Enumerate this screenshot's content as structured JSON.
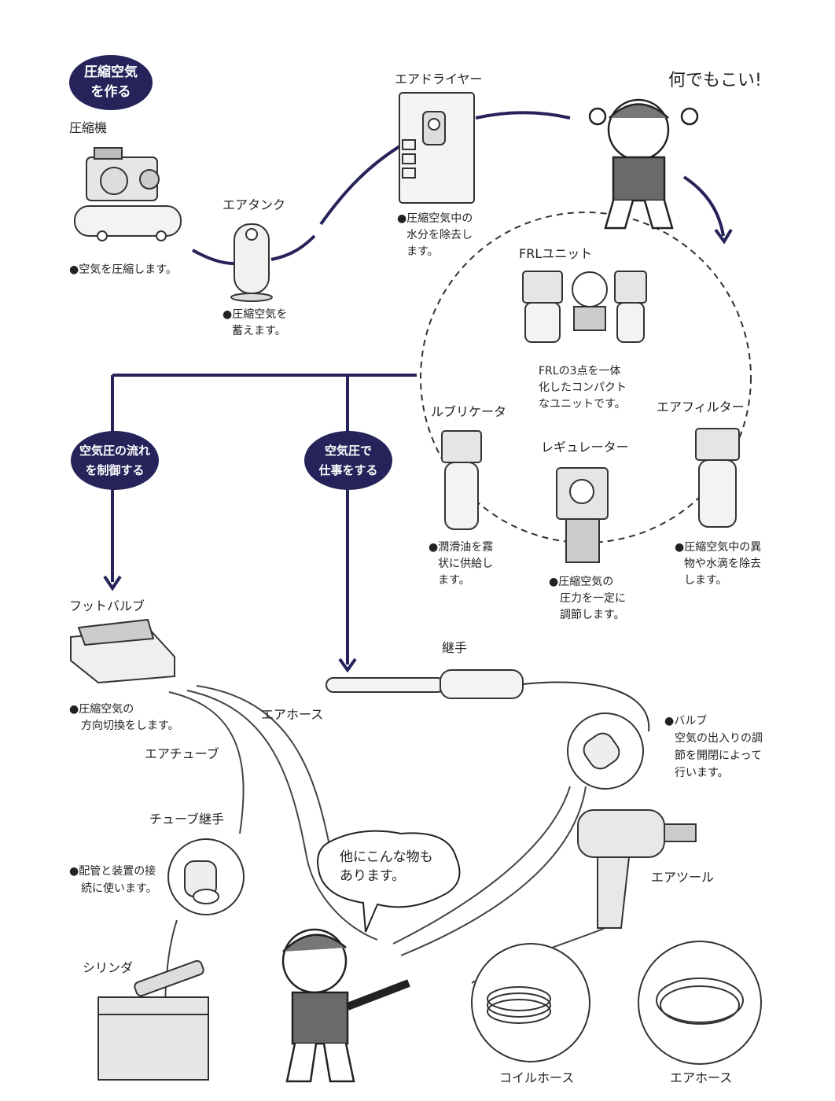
{
  "colors": {
    "navy": "#26235b",
    "line": "#333333",
    "bg": "#ffffff"
  },
  "badges": {
    "make": [
      "圧縮空気",
      "を作る"
    ],
    "control": [
      "空気圧の流れ",
      "を制御する"
    ],
    "work": [
      "空気圧で",
      "仕事をする"
    ]
  },
  "compressor": {
    "title": "圧縮機",
    "desc": "●空気を圧縮します。"
  },
  "tank": {
    "title": "エアタンク",
    "desc": [
      "●圧縮空気を",
      "蓄えます。"
    ]
  },
  "dryer": {
    "title": "エアドライヤー",
    "desc": [
      "●圧縮空気中の",
      "水分を除去し",
      "ます。"
    ]
  },
  "worker_top": {
    "exclaim": "何でもこい!"
  },
  "frl": {
    "title": "FRLユニット",
    "desc": [
      "FRLの3点を一体",
      "化したコンパクト",
      "なユニットです。"
    ]
  },
  "lubricator": {
    "title": "ルブリケータ",
    "desc": [
      "●潤滑油を霧",
      "状に供給し",
      "ます。"
    ]
  },
  "regulator": {
    "title": "レギュレーター",
    "desc": [
      "●圧縮空気の",
      "圧力を一定に",
      "調節します。"
    ]
  },
  "filter": {
    "title": "エアフィルター",
    "desc": [
      "●圧縮空気中の異",
      "物や水滴を除去",
      "します。"
    ]
  },
  "foot_valve": {
    "title": "フットバルブ",
    "desc": [
      "●圧縮空気の",
      "方向切換をします。"
    ]
  },
  "coupling": {
    "title": "継手"
  },
  "valve": {
    "desc": [
      "●バルブ",
      "空気の出入りの調",
      "節を開閉によって",
      "行います。"
    ]
  },
  "air_hose_mid": {
    "title": "エアホース"
  },
  "air_tube": {
    "title": "エアチューブ"
  },
  "tube_fitting": {
    "title": "チューブ継手",
    "desc": [
      "●配管と装置の接",
      "続に使います。"
    ]
  },
  "cylinder": {
    "title": "シリンダ"
  },
  "air_tool": {
    "title": "エアツール"
  },
  "worker_bottom": {
    "speech": [
      "他にこんな物も",
      "あります。"
    ]
  },
  "coil_hose": {
    "title": "コイルホース"
  },
  "air_hose_bottom": {
    "title": "エアホース"
  },
  "icons": [
    "compressor-icon",
    "air-tank-icon",
    "air-dryer-icon",
    "frl-unit-icon",
    "lubricator-icon",
    "regulator-icon",
    "air-filter-icon",
    "foot-valve-icon",
    "coupling-icon",
    "valve-icon",
    "tube-fitting-icon",
    "cylinder-icon",
    "air-tool-icon",
    "coil-hose-icon",
    "air-hose-icon",
    "worker-icon"
  ]
}
